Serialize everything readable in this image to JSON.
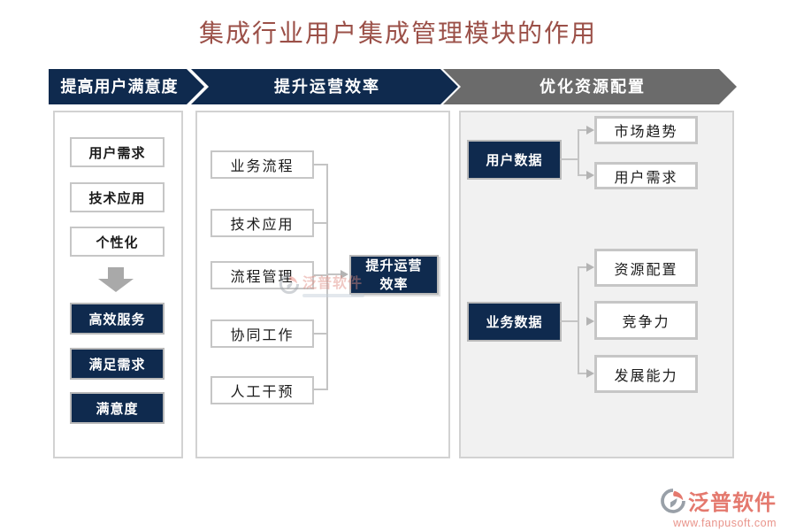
{
  "title": {
    "text": "集成行业用户集成管理模块的作用"
  },
  "banners": [
    {
      "label": "提高用户满意度"
    },
    {
      "label": "提升运营效率"
    },
    {
      "label": "优化资源配置"
    }
  ],
  "columns": {
    "satisfaction": {
      "inputs": [
        "用户需求",
        "技术应用",
        "个性化"
      ],
      "outputs": [
        "高效服务",
        "满足需求",
        "满意度"
      ]
    },
    "efficiency": {
      "factors": [
        "业务流程",
        "技术应用",
        "流程管理",
        "协同工作",
        "人工干预"
      ],
      "result": "提升运营效率"
    },
    "resources": {
      "groups": [
        {
          "source": "用户数据",
          "targets": [
            "市场趋势",
            "用户需求"
          ]
        },
        {
          "source": "业务数据",
          "targets": [
            "资源配置",
            "竞争力",
            "发展能力"
          ]
        }
      ]
    }
  },
  "watermark": {
    "text": "泛普软件"
  },
  "footer": {
    "brand": "泛普软件",
    "url": "www.fanpusoft.com"
  },
  "colors": {
    "navy": "#0f2a4e",
    "banner_gray": "#6b6b6b",
    "panel_bg": "#f1f1f1",
    "connector_line": "#c4c4c4",
    "title_text": "#9b5048",
    "brand_salmon": "#e4796e"
  }
}
